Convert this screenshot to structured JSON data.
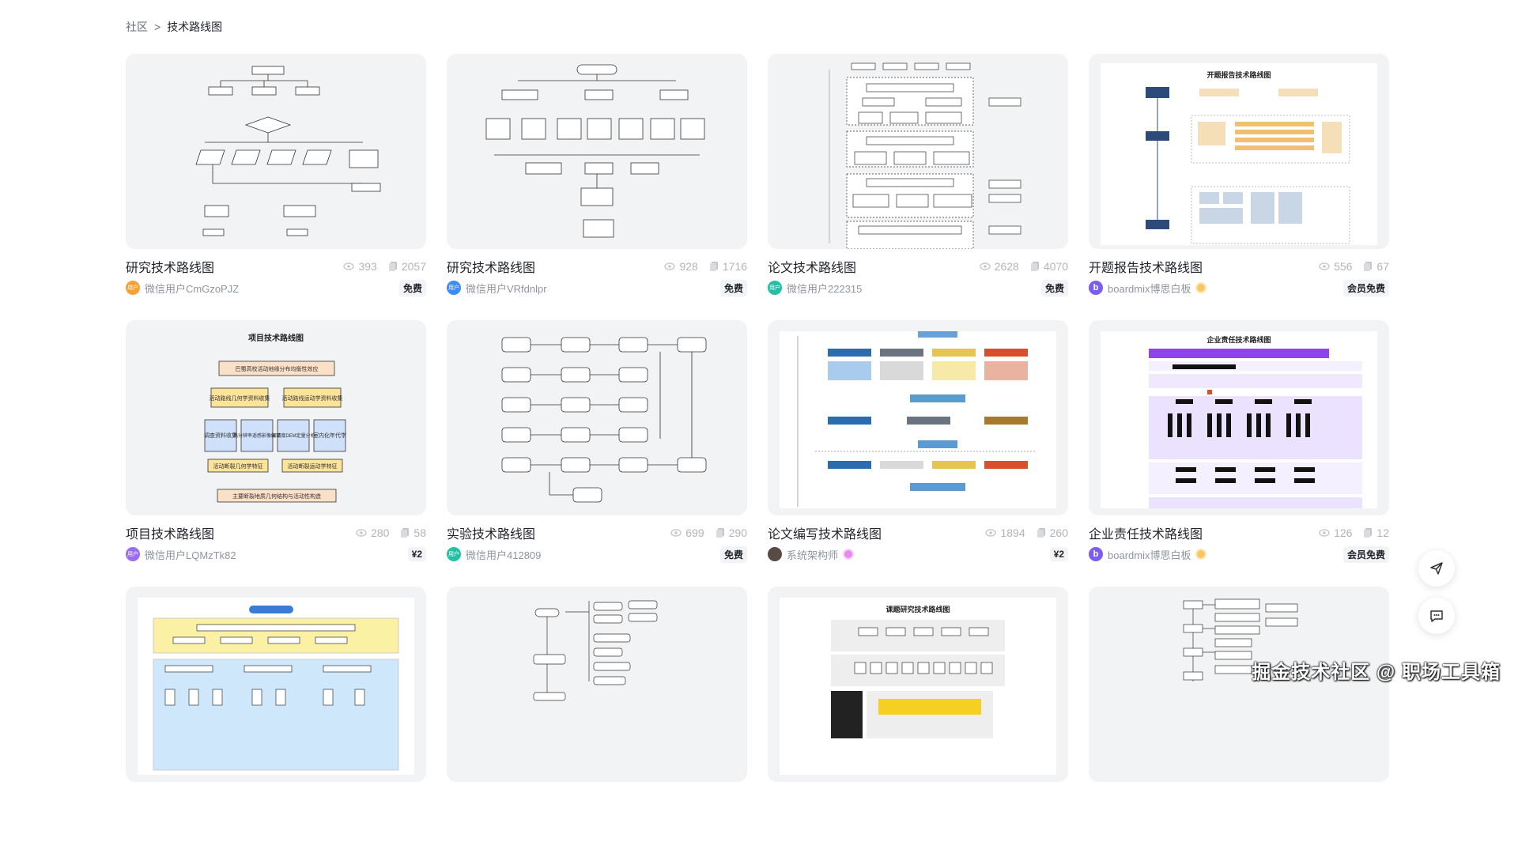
{
  "breadcrumb": {
    "root": "社区",
    "sep": ">",
    "current": "技术路线图"
  },
  "cards": [
    {
      "title": "研究技术路线图",
      "views": "393",
      "copies": "2057",
      "author": "微信用户CmGzoPJZ",
      "avatar_text": "用户",
      "avatar_color": "#f7a13a",
      "price": "免费",
      "vip": false
    },
    {
      "title": "研究技术路线图",
      "views": "928",
      "copies": "1716",
      "author": "微信用户VRfdnlpr",
      "avatar_text": "用户",
      "avatar_color": "#3c8cf5",
      "price": "免费",
      "vip": false
    },
    {
      "title": "论文技术路线图",
      "views": "2628",
      "copies": "4070",
      "author": "微信用户222315",
      "avatar_text": "用户",
      "avatar_color": "#22c1a5",
      "price": "免费",
      "vip": false
    },
    {
      "title": "开题报告技术路线图",
      "views": "556",
      "copies": "67",
      "author": "boardmix博思白板",
      "avatar_text": "b",
      "avatar_color": "#7b5cf5",
      "price": "会员免费",
      "vip": true
    },
    {
      "title": "项目技术路线图",
      "views": "280",
      "copies": "58",
      "author": "微信用户LQMzTk82",
      "avatar_text": "用户",
      "avatar_color": "#9b6cf0",
      "price": "¥2",
      "vip": false
    },
    {
      "title": "实验技术路线图",
      "views": "699",
      "copies": "290",
      "author": "微信用户412809",
      "avatar_text": "用户",
      "avatar_color": "#22c1a5",
      "price": "免费",
      "vip": false
    },
    {
      "title": "论文编写技术路线图",
      "views": "1894",
      "copies": "260",
      "author": "系统架构师",
      "avatar_text": "",
      "avatar_color": "#5a4a46",
      "price": "¥2",
      "vip": true
    },
    {
      "title": "企业责任技术路线图",
      "views": "126",
      "copies": "12",
      "author": "boardmix博思白板",
      "avatar_text": "b",
      "avatar_color": "#7b5cf5",
      "price": "会员免费",
      "vip": true
    },
    {
      "title": "",
      "views": "",
      "copies": "",
      "author": "",
      "avatar_text": "",
      "avatar_color": "#f2f3f5",
      "price": "",
      "vip": false
    },
    {
      "title": "",
      "views": "",
      "copies": "",
      "author": "",
      "avatar_text": "",
      "avatar_color": "#f2f3f5",
      "price": "",
      "vip": false
    },
    {
      "title": "",
      "views": "",
      "copies": "",
      "author": "",
      "avatar_text": "",
      "avatar_color": "#f2f3f5",
      "price": "",
      "vip": false
    },
    {
      "title": "",
      "views": "",
      "copies": "",
      "author": "",
      "avatar_text": "",
      "avatar_color": "#f2f3f5",
      "price": "",
      "vip": false
    }
  ],
  "thumb_text": {
    "c4_title": "开题报告技术路线图",
    "c5_title": "项目技术路线图",
    "c5_box1": "巴蜀高校活动地缘分布均衡性效应",
    "c5_box2": "活动路线几何学资料收集",
    "c5_box3": "活动路线运动学资料收集",
    "c5_box4": "调查资料收集",
    "c5_box5": "高分辨率遥感影像解译",
    "c5_box6": "高精度DEM定量分析",
    "c5_box7": "室内化年代学",
    "c5_box8": "活动断裂几何学特征",
    "c5_box9": "活动断裂运动学特征",
    "c5_box10": "主要断裂地质几何结构与活动性构造",
    "c8_title": "企业责任技术路线图",
    "c11_title": "课题研究技术路线图"
  },
  "watermark": "掘金技术社区 @ 职场工具箱",
  "icons": {
    "view": "eye-icon",
    "copy": "copy-icon",
    "share": "send-icon",
    "feedback": "chat-icon"
  }
}
